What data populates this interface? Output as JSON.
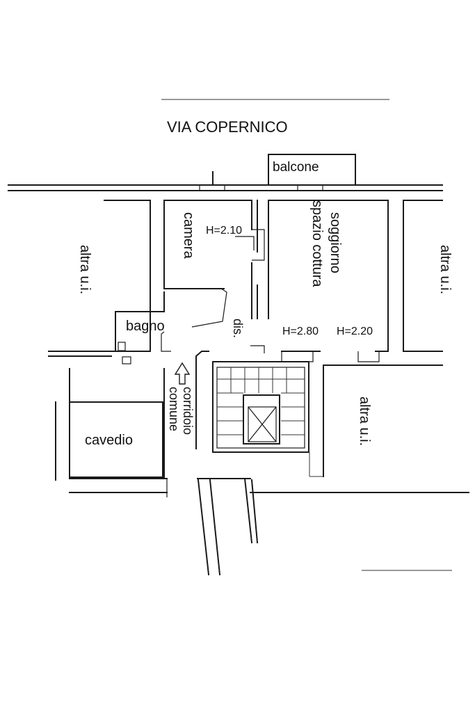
{
  "plan": {
    "street": "VIA COPERNICO",
    "rooms": {
      "balcone": "balcone",
      "camera": "camera",
      "soggiorno": "soggiorno",
      "spazio_cottura": "spazio cottura",
      "bagno": "bagno",
      "dis": "dis.",
      "corridoio": "corridoio",
      "comune": "comune",
      "cavedio": "cavedio",
      "altra_left": "altra u.i.",
      "altra_right": "altra u.i.",
      "altra_lower": "altra u.i."
    },
    "heights": {
      "camera": "H=2.10",
      "soggiorno_left": "H=2.80",
      "soggiorno_right": "H=2.20"
    },
    "icons": {
      "arrow": "up-arrow-icon",
      "lift": "elevator-shaft-icon"
    }
  }
}
